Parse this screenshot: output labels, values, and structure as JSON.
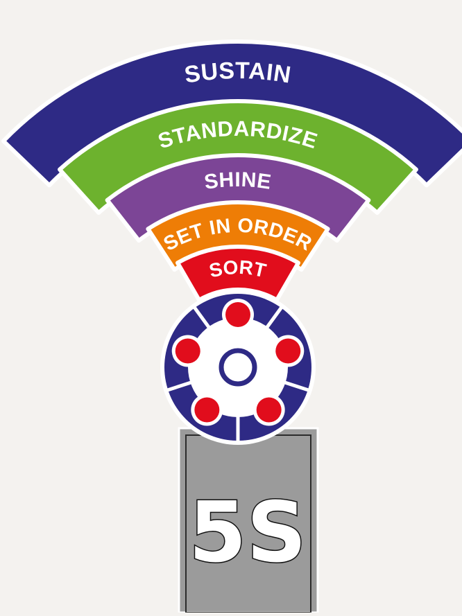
{
  "diagram": {
    "layers": [
      {
        "id": "sustain",
        "label": "SUSTAIN",
        "color": "#2e2a85"
      },
      {
        "id": "standardize",
        "label": "STANDARDIZE",
        "color": "#6db22e"
      },
      {
        "id": "shine",
        "label": "SHINE",
        "color": "#7c4596"
      },
      {
        "id": "set-in-order",
        "label": "SET IN ORDER",
        "color": "#ee7d06"
      },
      {
        "id": "sort",
        "label": "SORT",
        "color": "#e10d1c"
      }
    ],
    "hub": {
      "ring_color": "#2e2a85",
      "dot_color": "#e10d1c",
      "dot_count": 5
    },
    "badge": {
      "text": "5S",
      "color": "#9b9b9b"
    }
  }
}
